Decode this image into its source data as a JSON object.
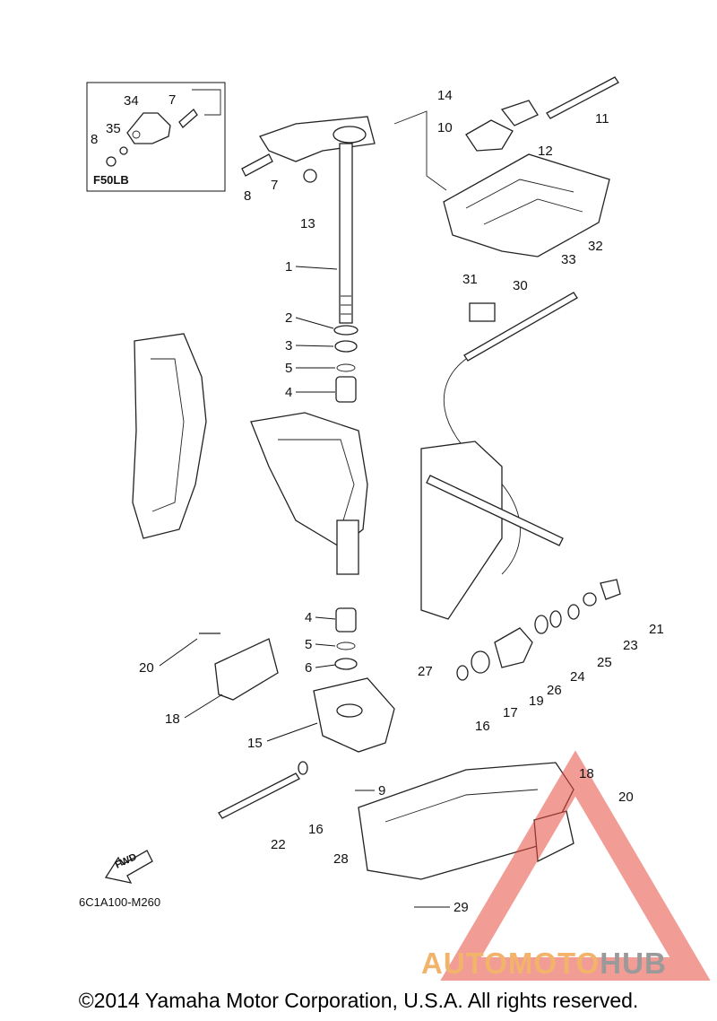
{
  "diagram": {
    "inset_label": "F50LB",
    "doc_code": "6C1A100-M260",
    "fwd_label": "FWD",
    "copyright": "©2014 Yamaha Motor Corporation, U.S.A. All rights reserved.",
    "watermark": {
      "part1": "AUTOMOTO",
      "part2": "HUB",
      "color1": "#f2b36b",
      "color2": "#9a9a9a",
      "triangle_color": "#e84a3f"
    },
    "callouts": [
      "1",
      "2",
      "3",
      "4",
      "5",
      "6",
      "7",
      "8",
      "9",
      "10",
      "11",
      "12",
      "13",
      "14",
      "15",
      "16",
      "17",
      "18",
      "19",
      "20",
      "21",
      "22",
      "23",
      "24",
      "25",
      "26",
      "27",
      "28",
      "29",
      "30",
      "31",
      "32",
      "33",
      "34",
      "35"
    ]
  }
}
